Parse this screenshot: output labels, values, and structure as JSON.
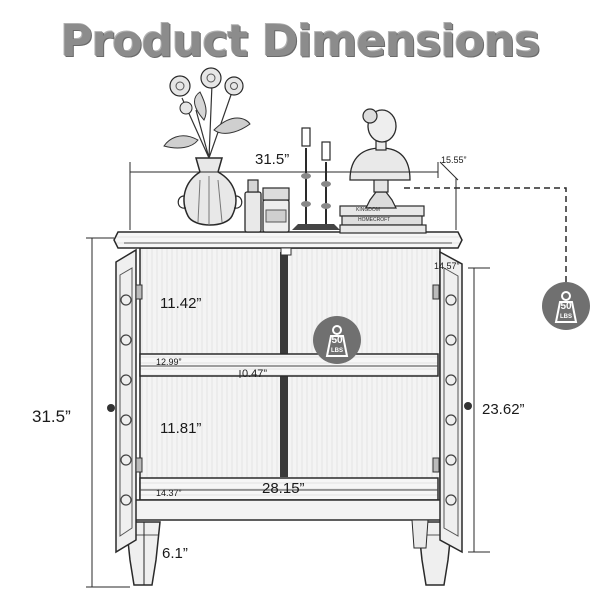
{
  "header": {
    "title": "Product Dimensions"
  },
  "dimensions": {
    "top_width": "31.5”",
    "top_depth": "15.55”",
    "door_depth": "14.57”",
    "upper_shelf_height": "11.42”",
    "shelf_depth": "12.99”",
    "shelf_thickness": "0.47”",
    "lower_shelf_height": "11.81”",
    "bottom_depth": "14.37”",
    "inner_width": "28.15”",
    "overall_height": "31.5”",
    "cabinet_height": "23.62”",
    "leg_height": "6.1”"
  },
  "weight_badges": [
    {
      "value": "50",
      "unit": "LBS"
    },
    {
      "value": "50",
      "unit": "LBS"
    }
  ],
  "decor": {
    "book_title_1": "KINGDOM",
    "book_title_2": "HOMECROFT"
  },
  "colors": {
    "badge": "#707070",
    "line": "#2a2a2a",
    "title": "#8c8c8c"
  }
}
